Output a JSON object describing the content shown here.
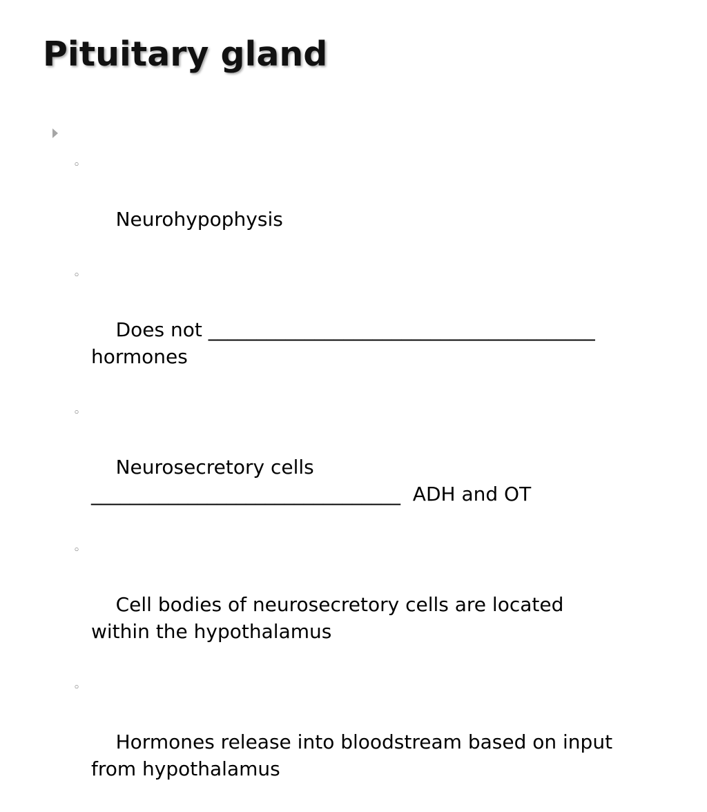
{
  "slide": {
    "title": "Pituitary gland",
    "bullet_marker": "◦",
    "items": [
      {
        "text": "Neurohypophysis"
      },
      {
        "text": "Does not ________________________________________\nhormones"
      },
      {
        "text": "Neurosecretory cells\n________________________________  ADH and OT"
      },
      {
        "text": "Cell bodies of neurosecretory cells are located\nwithin the hypothalamus"
      },
      {
        "text": "Hormones release into bloodstream based on input\nfrom hypothalamus"
      }
    ]
  },
  "colors": {
    "background": "#ffffff",
    "title": "#111111",
    "body_text": "#000000",
    "top_bullet": "#a6a6a6",
    "sub_bullet": "#6b6b6b"
  },
  "icons": {
    "top_bullet": "triangle-right-icon",
    "sub_bullet": "circle-bullet-icon"
  }
}
